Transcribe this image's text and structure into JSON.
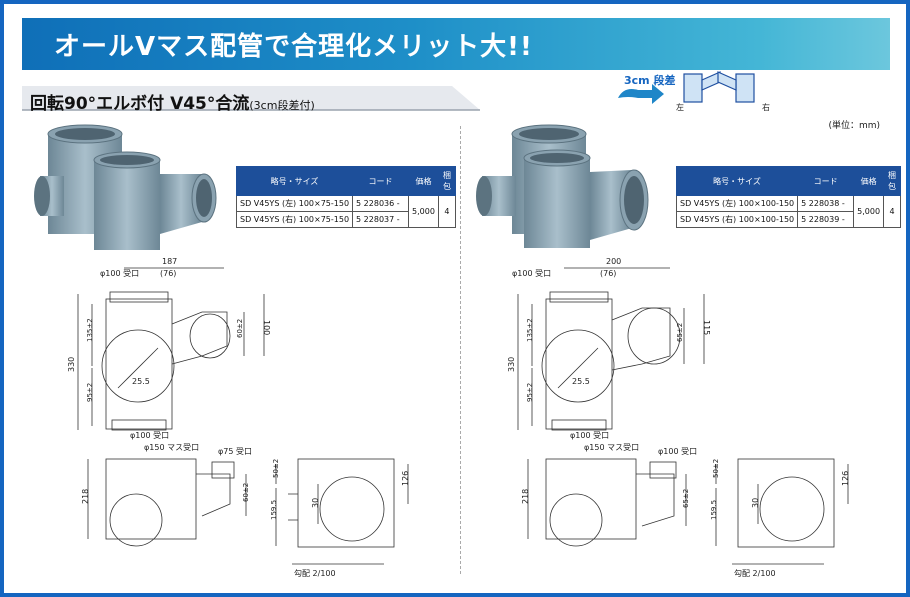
{
  "banner": {
    "title": "オールVマス配管で合理化メリット大!!"
  },
  "subtitle": {
    "main": "回転90°エルボ付 V45°合流",
    "note": "(3cm段差付)"
  },
  "badge": {
    "label": "3cm 段差",
    "left": "左",
    "right": "右"
  },
  "unit_note": "(単位：mm)",
  "colors": {
    "frame": "#1565c0",
    "table_header": "#1d4f9a",
    "pipe": "#8fa8b6"
  },
  "table_headers": {
    "name": "略号・サイズ",
    "code": "コード",
    "price": "価格",
    "pack": "梱包"
  },
  "left": {
    "rows": [
      {
        "name": "SD V45YS (左) 100×75-150",
        "code": "5 228036 -"
      },
      {
        "name": "SD V45YS (右) 100×75-150",
        "code": "5 228037 -"
      }
    ],
    "price": "5,000",
    "pack": "4",
    "dims": {
      "inlet_top": "φ100 受口",
      "width": "187",
      "width_sub": "(76)",
      "overall_h": "330",
      "h135": "135±2",
      "h95": "95±2",
      "side_h": "100",
      "side_60": "60±2",
      "off": "25.5",
      "bottom_inlet": "φ100 受口",
      "masu": "φ150 マス受口",
      "side_inlet": "φ75 受口",
      "h218": "218",
      "h60b": "60±2",
      "h30": "30",
      "h159": "159.5",
      "h126": "126",
      "h50": "50±2",
      "slope": "勾配 2/100"
    }
  },
  "right": {
    "rows": [
      {
        "name": "SD V45YS (左) 100×100-150",
        "code": "5 228038 -"
      },
      {
        "name": "SD V45YS (右) 100×100-150",
        "code": "5 228039 -"
      }
    ],
    "price": "5,000",
    "pack": "4",
    "dims": {
      "inlet_top": "φ100 受口",
      "width": "200",
      "width_sub": "(76)",
      "overall_h": "330",
      "h135": "135±2",
      "h95": "95±2",
      "side_h": "115",
      "side_65": "65±2",
      "off": "25.5",
      "bottom_inlet": "φ100 受口",
      "masu": "φ150 マス受口",
      "side_inlet": "φ100 受口",
      "h218": "218",
      "h65b": "65±2",
      "h30": "30",
      "h159": "159.5",
      "h126": "126",
      "h50": "50±2",
      "slope": "勾配 2/100"
    }
  }
}
